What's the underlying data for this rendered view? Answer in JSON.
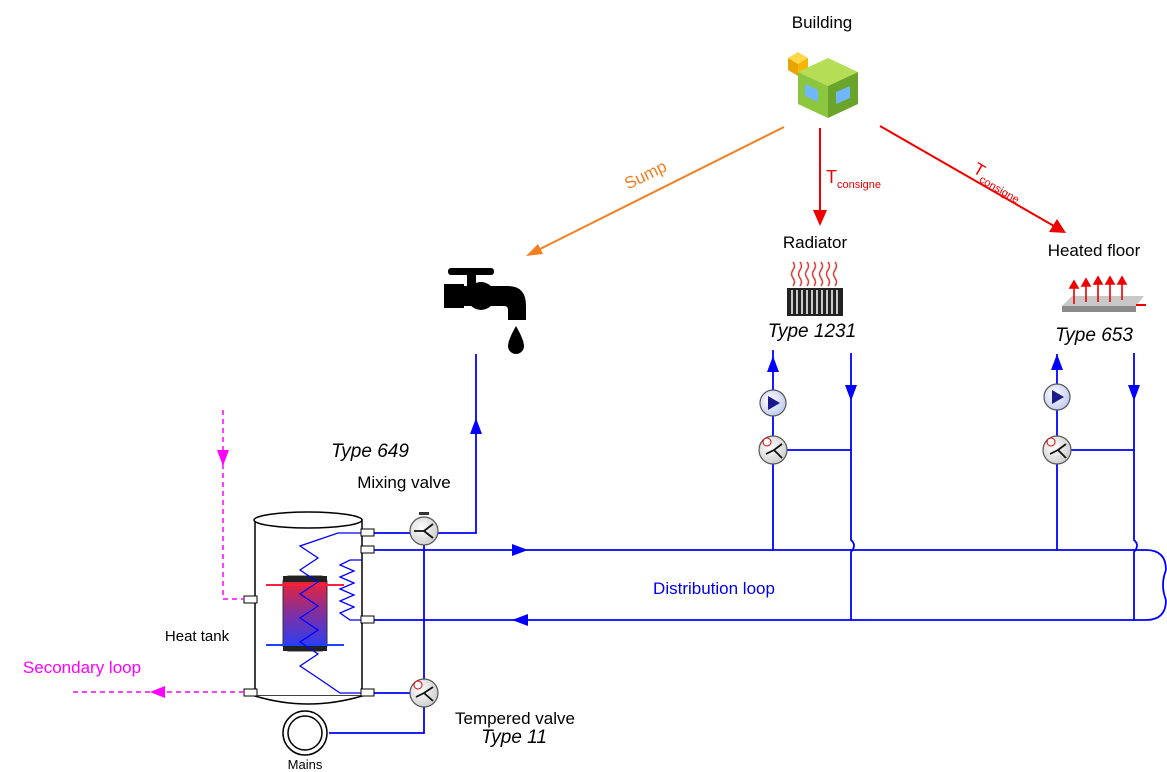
{
  "labels": {
    "building": "Building",
    "sump": "Sump",
    "t_consigne_radiator": "T",
    "t_consigne_radiator_sub": "consigne",
    "t_consigne_floor": "T",
    "t_consigne_floor_sub": "consigne",
    "radiator": "Radiator",
    "radiator_type": "Type 1231",
    "heated_floor": "Heated floor",
    "heated_floor_type": "Type 653",
    "mixing_valve_type": "Type 649",
    "mixing_valve": "Mixing valve",
    "distribution_loop": "Distribution loop",
    "heat_tank": "Heat tank",
    "secondary_loop": "Secondary loop",
    "tempered_valve": "Tempered valve",
    "tempered_valve_type": "Type 11",
    "mains": "Mains"
  },
  "colors": {
    "water": "#0000ff",
    "sump_arrow": "#f08020",
    "control_arrow": "#ee0000",
    "secondary": "#ff00ff",
    "building_green": "#8cc63f",
    "building_yellow": "#f7b500"
  },
  "icons": {
    "building": "building-cube-icon",
    "tap": "water-tap-icon",
    "radiator": "radiator-icon",
    "heated_floor": "heated-floor-icon",
    "pump": "pump-icon",
    "valve": "thermostatic-valve-icon"
  }
}
